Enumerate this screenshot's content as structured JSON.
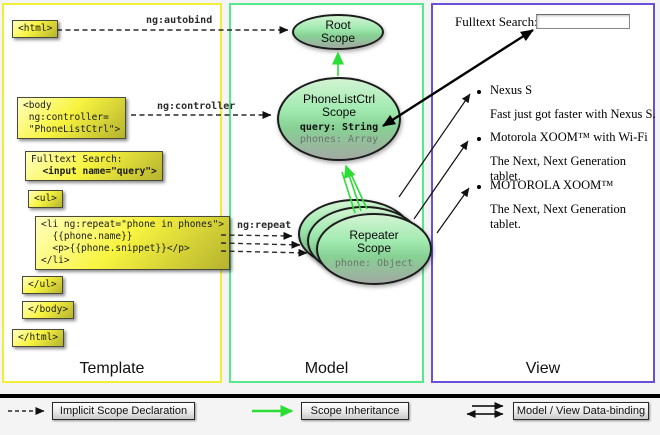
{
  "columns": {
    "template": {
      "label": "Template"
    },
    "model": {
      "label": "Model"
    },
    "view": {
      "label": "View"
    }
  },
  "template": {
    "boxes": {
      "html_open": "<html>",
      "body_open": "<body\n ng:controller=\n \"PhoneListCtrl\">",
      "fulltext_label": "Fulltext Search:",
      "fulltext_input": "  <input name=\"query\">",
      "ul_open": "<ul>",
      "li_repeat": "<li ng:repeat=\"phone in phones\">\n  {{phone.name}}\n  <p>{{phone.snippet}}</p>\n</li>",
      "ul_close": "</ul>",
      "body_close": "</body>",
      "html_close": "</html>"
    }
  },
  "arrows": {
    "autobind_label": "ng:autobind",
    "controller_label": "ng:controller",
    "repeat_label": "ng:repeat"
  },
  "model": {
    "root_scope": {
      "title": "Root\nScope"
    },
    "phonelist_scope": {
      "title": "PhoneListCtrl\nScope",
      "prop_query": "query: String",
      "prop_phones": "phones: Array"
    },
    "repeater_scope": {
      "title": "Repeater\nScope",
      "prop_phone": "phone: Object"
    }
  },
  "view": {
    "search_label": "Fulltext Search:",
    "search_value": "",
    "items": [
      {
        "name": "Nexus S",
        "desc": "Fast just got faster with Nexus S."
      },
      {
        "name": "Motorola XOOM™ with Wi-Fi",
        "desc": "The Next, Next Generation tablet."
      },
      {
        "name": "MOTOROLA XOOM™",
        "desc": "The Next, Next Generation tablet."
      }
    ]
  },
  "legend": {
    "implicit": "Implicit Scope Declaration",
    "inheritance": "Scope Inheritance",
    "databinding": "Model / View Data-binding"
  },
  "colors": {
    "template_border": "#f2ee38",
    "model_border": "#57e88e",
    "view_border": "#6a4fd8",
    "inheritance_green": "#2bdd35"
  }
}
